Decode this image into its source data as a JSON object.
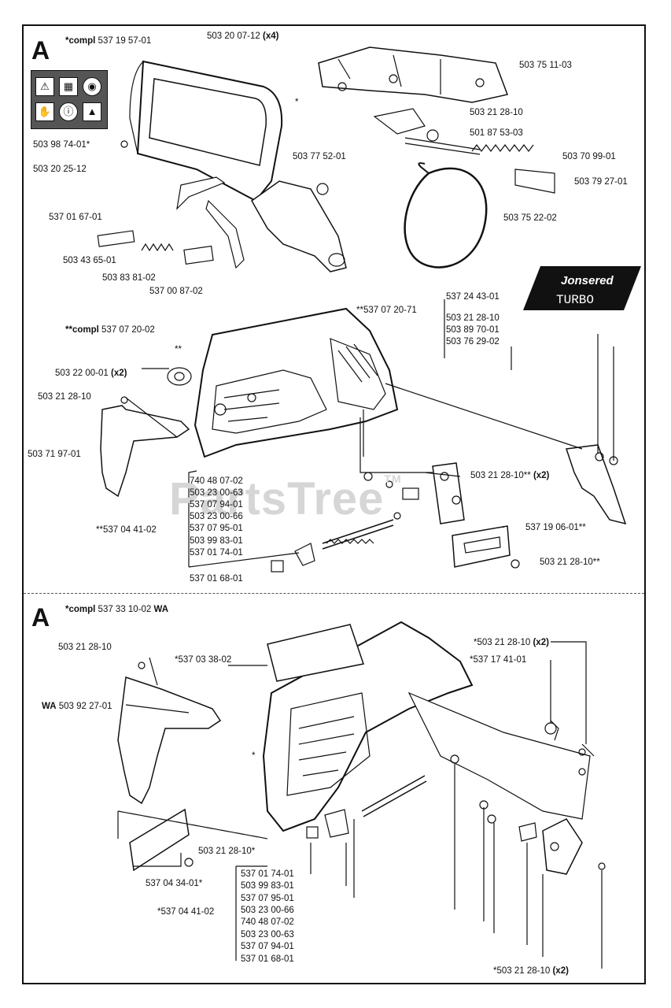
{
  "sections": {
    "top_letter": "A",
    "bottom_letter": "A",
    "top_compl_prefix": "*compl",
    "top_compl_num": "537 19 57-01",
    "bottom_compl_prefix": "*compl",
    "bottom_compl_num": "537 33 10-02",
    "bottom_compl_suffix": "WA",
    "mid_compl_prefix": "**compl",
    "mid_compl_num": "537 07 20-02"
  },
  "brand": {
    "name": "Jonsered",
    "model": "TURBO"
  },
  "watermark": {
    "text": "PartsTree",
    "mark": "TM"
  },
  "labels": {
    "l503200712": "503 20 07-12",
    "x4": "(x4)",
    "l50375": "503 75 11-03",
    "l50321_a": "503 21 28-10",
    "l50187": "501 87 53-03",
    "l50370": "503 70 99-01",
    "l50379": "503 79 27-01",
    "l50398": "503 98 74-01*",
    "l50320": "503 20 25-12",
    "l50377": "503 77 52-01",
    "l50375_22": "503 75 22-02",
    "l53701": "537 01 67-01",
    "l50343": "503 43 65-01",
    "l50383": "503 83 81-02",
    "l53700": "537 00 87-02",
    "l53724": "537 24 43-01",
    "l53707_71": "**537 07 20-71",
    "l50321_b": "503 21 28-10",
    "l50389": "503 89 70-01",
    "l50376": "503 76 29-02",
    "l50322": "503 22 00-01",
    "x2a": "(x2)",
    "l50321_c": "503 21 28-10",
    "l50371": "503 71 97-01",
    "l50321_d": "503 21 28-10**",
    "x2b": "(x2)",
    "l53719": "537 19 06-01**",
    "l50321_e": "503 21 28-10**",
    "star2": "**",
    "star1": "*",
    "star3": "*",
    "mid_list": [
      "740 48 07-02",
      "503 23 00-63",
      "537 07 94-01",
      "503 23 00-66",
      "537 07 95-01",
      "503 99 83-01",
      "537 01 74-01",
      "537 01 68-01"
    ],
    "mid_list_head": "**537 04 41-02",
    "b50321": "503 21 28-10",
    "b53703": "*537 03 38-02",
    "bWA_prefix": "WA",
    "bWA": "503 92 27-01",
    "b50321_x2": "*503 21 28-10",
    "x2c": "(x2)",
    "b53717": "*537 17 41-01",
    "b50321_s": "503 21 28-10*",
    "b53704": "537 04 34-01*",
    "bot_list": [
      "537 01 74-01",
      "503 99 83-01",
      "537 07 95-01",
      "503 23 00-66",
      "740 48 07-02",
      "503 23 00-63",
      "537 07 94-01",
      "537 01 68-01"
    ],
    "bot_list_head": "*537 04 41-02",
    "b50321_last": "*503 21 28-10",
    "x2d": "(x2)"
  }
}
